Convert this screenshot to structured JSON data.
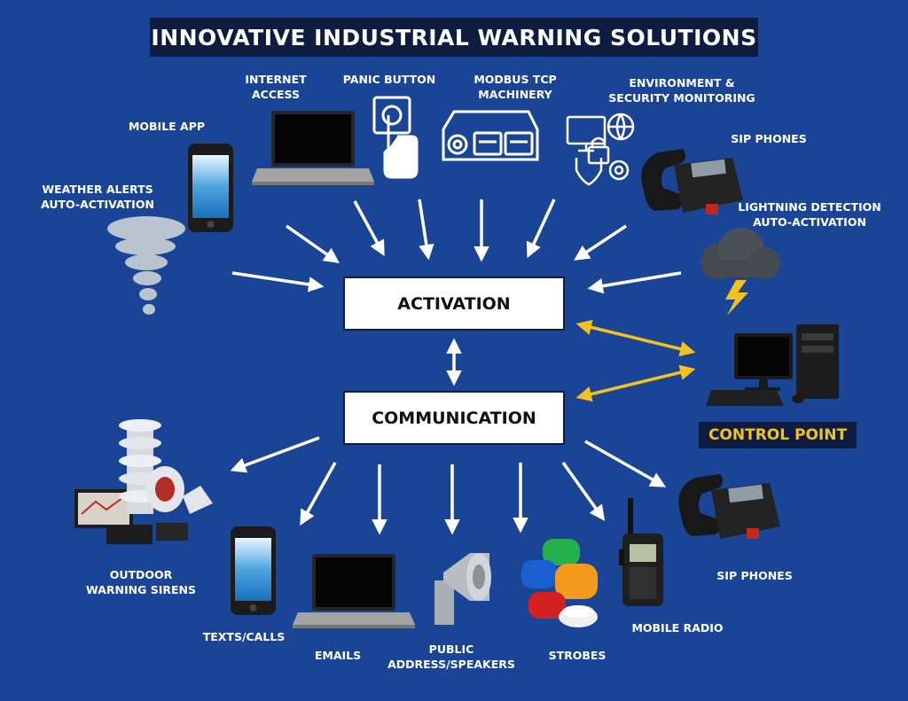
{
  "title": "INNOVATIVE INDUSTRIAL WARNING SOLUTIONS",
  "nodes": {
    "activation": "ACTIVATION",
    "communication": "COMMUNICATION",
    "control_point": "CONTROL POINT"
  },
  "inputs": {
    "internet_access": [
      "INTERNET",
      "ACCESS"
    ],
    "panic_button": [
      "PANIC BUTTON"
    ],
    "modbus": [
      "MODBUS TCP",
      "MACHINERY"
    ],
    "environment": [
      "ENVIRONMENT &",
      "SECURITY MONITORING"
    ],
    "mobile_app": [
      "MOBILE APP"
    ],
    "sip_phones": [
      "SIP PHONES"
    ],
    "weather": [
      "WEATHER ALERTS",
      "AUTO-ACTIVATION"
    ],
    "lightning": [
      "LIGHTNING DETECTION",
      "AUTO-ACTIVATION"
    ]
  },
  "outputs": {
    "sirens": [
      "OUTDOOR",
      "WARNING SIRENS"
    ],
    "texts": [
      "TEXTS/CALLS"
    ],
    "emails": [
      "EMAILS"
    ],
    "public_address": [
      "PUBLIC",
      "ADDRESS/SPEAKERS"
    ],
    "strobes": [
      "STROBES"
    ],
    "mobile_radio": [
      "MOBILE RADIO"
    ],
    "sip_phones": [
      "SIP PHONES"
    ]
  },
  "colors": {
    "background": "#1a4496",
    "banner": "#0e1c3f",
    "arrow_white": "#ffffff",
    "arrow_gold": "#f3c21d",
    "control_text": "#f3c21d"
  },
  "icons": {
    "mobile_app": "smartphone-icon",
    "internet_access": "laptop-icon",
    "panic_button": "hand-press-button-icon",
    "modbus": "network-device-icon",
    "environment": "security-monitoring-icon",
    "sip_phones": "desk-phone-icon",
    "weather": "tornado-icon",
    "lightning": "storm-cloud-icon",
    "control_point": "desktop-computer-icon",
    "sirens": "siren-tower-icon",
    "texts": "smartphone-icon",
    "emails": "laptop-icon",
    "public_address": "horn-speaker-icon",
    "strobes": "strobe-lights-icon",
    "mobile_radio": "walkie-talkie-icon"
  }
}
